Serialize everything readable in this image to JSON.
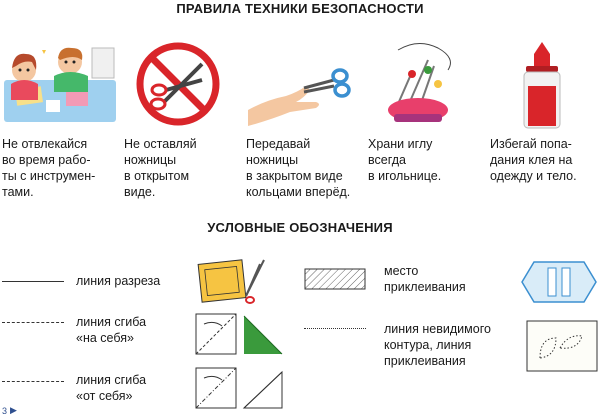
{
  "title_rules": "ПРАВИЛА ТЕХНИКИ БЕЗОПАСНОСТИ",
  "title_legend": "УСЛОВНЫЕ ОБОЗНАЧЕНИЯ",
  "rules": [
    {
      "icon": "children-crafting-icon",
      "caption": "Не отвлекайся\nво время рабо-\nты с инструмен-\nтами."
    },
    {
      "icon": "no-scissors-icon",
      "caption": "Не оставляй\nножницы\nв открытом\nвиде."
    },
    {
      "icon": "hand-passing-scissors-icon",
      "caption": "Передавай\nножницы\nв закрытом виде\nкольцами вперёд."
    },
    {
      "icon": "pincushion-needle-icon",
      "caption": "Храни иглу\nвсегда\nв игольнице."
    },
    {
      "icon": "glue-bottle-icon",
      "caption": "Избегай попа-\nдания клея на\nодежду и тело."
    }
  ],
  "legend": {
    "cut_line": "линия разреза",
    "fold_toward": "линия сгиба\n«на себя»",
    "fold_away": "линия сгиба\n«от себя»",
    "glue_place": "место\nприклеивания",
    "hidden_line": "линия невидимого\nконтура, линия\nприклеивания"
  },
  "page_number": "3",
  "colors": {
    "red": "#d9252a",
    "green": "#3a9a3c",
    "yellow": "#f6c442",
    "blue": "#3b8fd0"
  }
}
